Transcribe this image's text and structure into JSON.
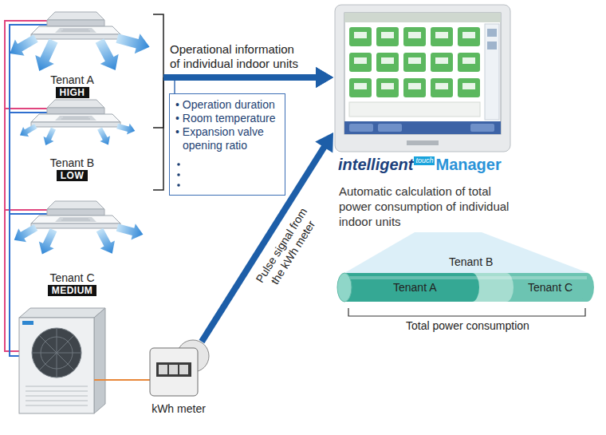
{
  "diagram": {
    "nodes": [
      {
        "text": [
          "Tenant A",
          "HIGH"
        ]
      },
      {
        "text": [
          "Tenant B",
          "LOW"
        ]
      },
      {
        "text": [
          "Tenant C",
          "MEDIUM"
        ]
      },
      {
        "text": [
          "• Operation duration",
          "• Room temperature",
          "• Expansion valve opening ratio"
        ]
      },
      {
        "text": [
          "intelligent",
          "touch",
          "Manager"
        ]
      },
      {
        "text": [
          "kWh meter"
        ]
      }
    ],
    "edges": [
      {
        "from": 0,
        "to": 4,
        "arrow": "to",
        "label": "Operational information of individual indoor units"
      },
      {
        "from": 1,
        "to": 4,
        "arrow": "to"
      },
      {
        "from": 2,
        "to": 4,
        "arrow": "to"
      },
      {
        "from": 5,
        "to": 4,
        "arrow": "to",
        "label": "Pulse signal from the kWh meter"
      }
    ],
    "labels": [
      "Automatic calculation of total power consumption of individual indoor units",
      "Tenant A",
      "Tenant B",
      "Tenant C",
      "Total power consumption"
    ]
  }
}
